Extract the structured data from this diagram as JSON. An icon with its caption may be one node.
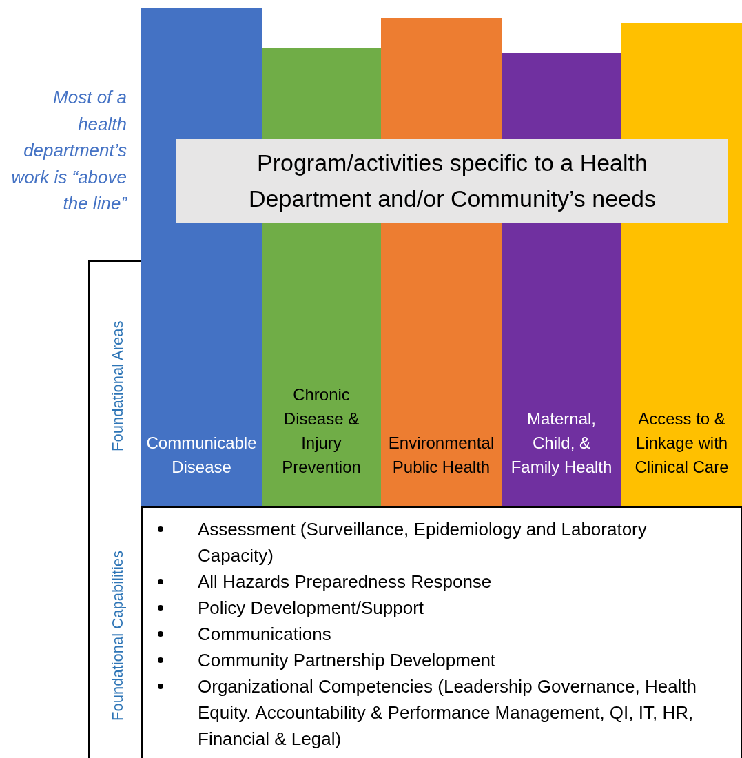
{
  "diagram": {
    "nodes": [
      {
        "text": [
          "Program/activities specific to a Health Department and/or Community’s needs"
        ]
      },
      {
        "text": [
          "Communicable Disease"
        ]
      },
      {
        "text": [
          "Chronic Disease & Injury Prevention"
        ]
      },
      {
        "text": [
          "Environmental Public Health"
        ]
      },
      {
        "text": [
          "Maternal, Child, & Family Health"
        ]
      },
      {
        "text": [
          "Access to & Linkage with Clinical Care"
        ]
      },
      {
        "text": [
          "Assessment (Surveillance, Epidemiology and Laboratory Capacity)",
          "All Hazards Preparedness Response",
          "Policy Development/Support",
          "Communications",
          "Community Partnership Development",
          "Organizational Competencies (Leadership Governance, Health Equity. Accountability & Performance Management, QI, IT, HR, Financial & Legal)"
        ]
      }
    ],
    "edges": [],
    "labels": [
      "Most of a health department’s work is “above the line”",
      "Foundational Areas",
      "Foundational Capabilities"
    ]
  }
}
